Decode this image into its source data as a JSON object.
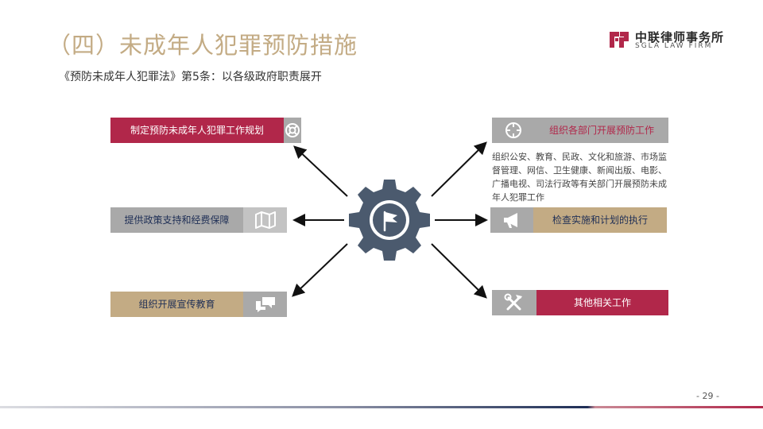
{
  "title": "（四）未成年人犯罪预防措施",
  "subtitle": "《预防未成年人犯罪法》第5条：以各级政府职责展开",
  "logo": {
    "cn": "中联律师事务所",
    "en": "SGLA LAW FIRM"
  },
  "colors": {
    "crimson": "#b1274a",
    "tan": "#c3ab84",
    "gray": "#a9a9a9",
    "gear": "#4b5a6e"
  },
  "left_items": [
    {
      "label": "制定预防未成年人犯罪工作规划",
      "icon": "lifebuoy-icon"
    },
    {
      "label": "提供政策支持和经费保障",
      "icon": "map-icon"
    },
    {
      "label": "组织开展宣传教育",
      "icon": "chat-icon"
    }
  ],
  "right_items": [
    {
      "label": "组织各部门开展预防工作",
      "icon": "crosshair-icon"
    },
    {
      "label": "检查实施和计划的执行",
      "icon": "megaphone-icon"
    },
    {
      "label": "其他相关工作",
      "icon": "tools-icon"
    }
  ],
  "center_icon": "flag-gear-icon",
  "description": "组织公安、教育、民政、文化和旅游、市场监督管理、网信、卫生健康、新闻出版、电影、广播电视、司法行政等有关部门开展预防未成年人犯罪工作",
  "page_number": "- 29 -"
}
